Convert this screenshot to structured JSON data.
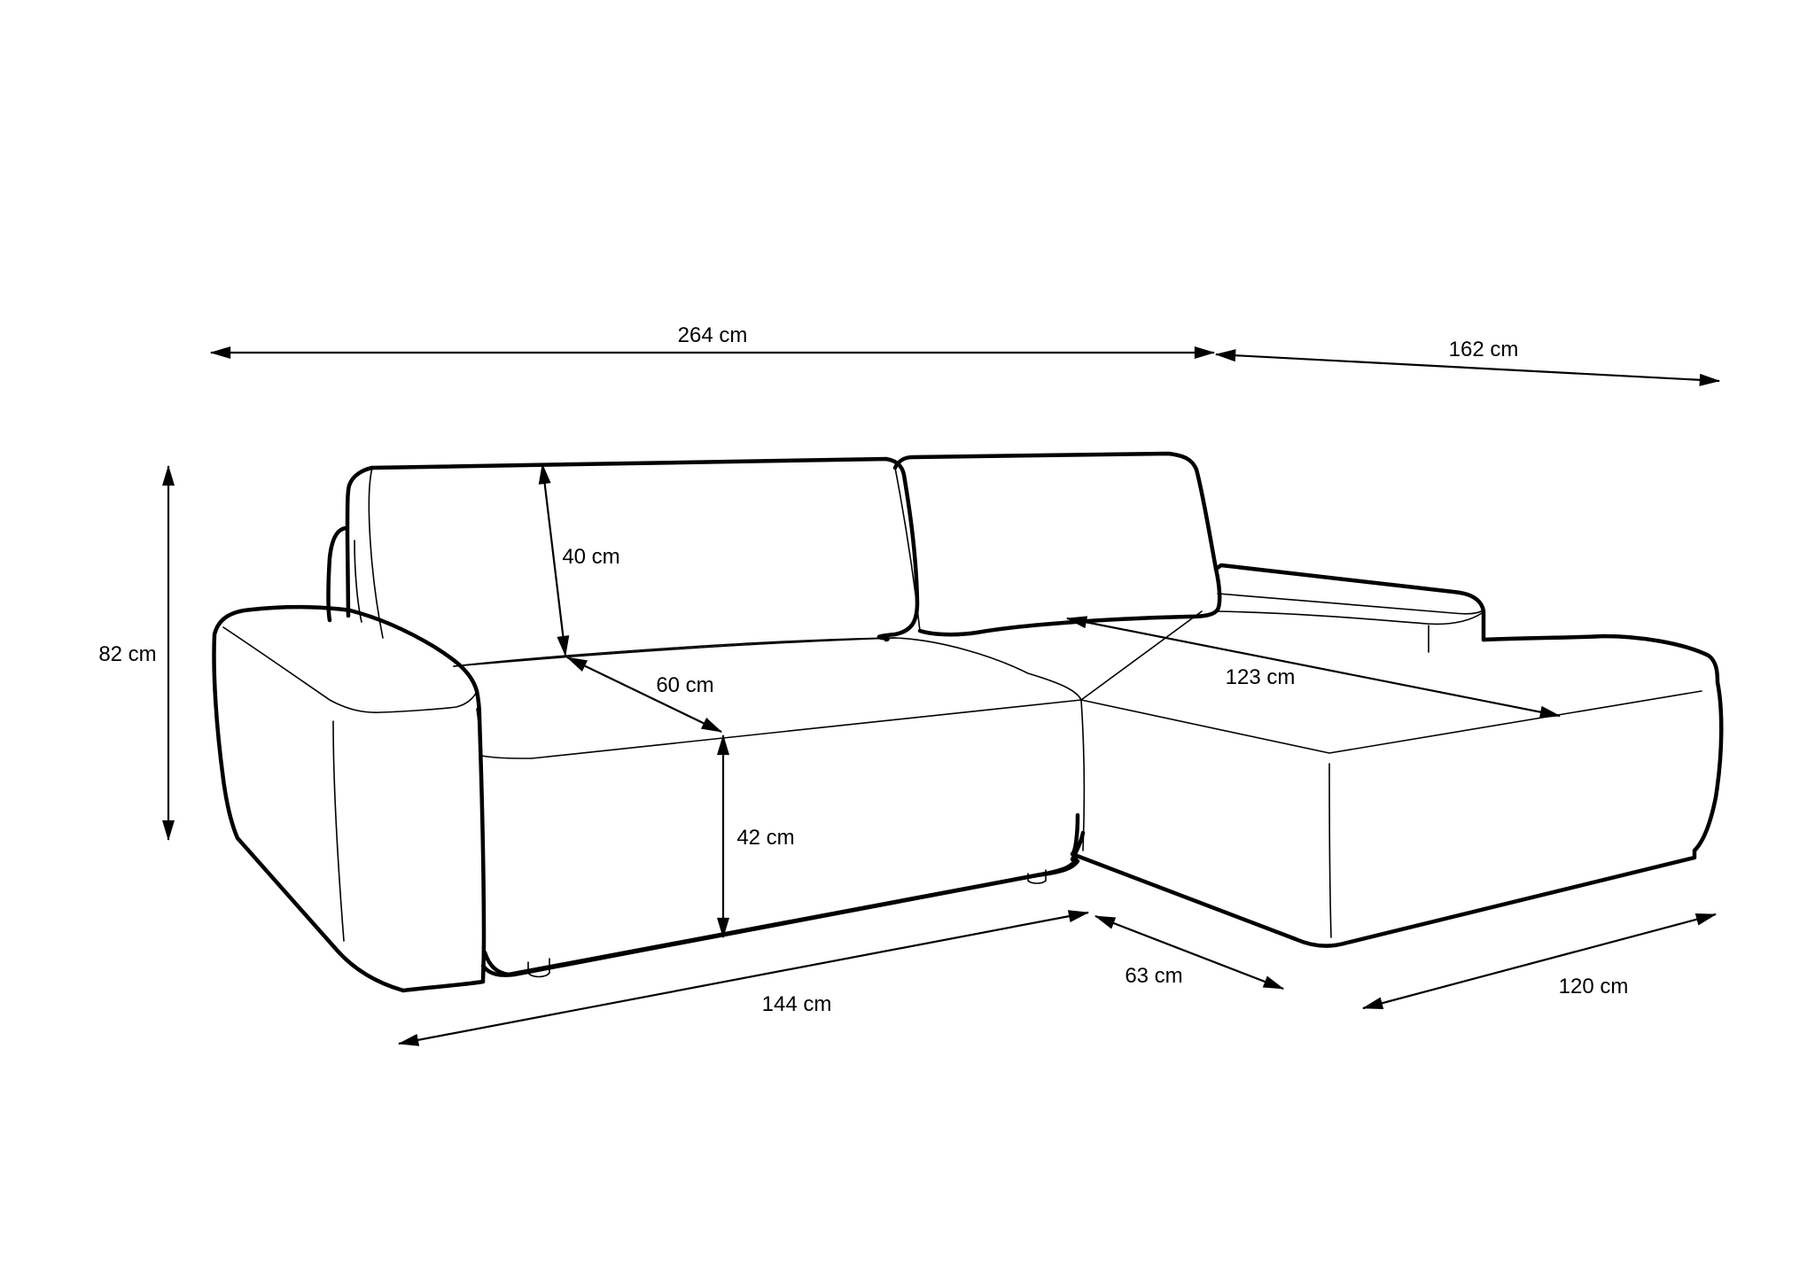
{
  "dimensions": {
    "total_width": "264 cm",
    "chaise_length": "162 cm",
    "total_height": "82 cm",
    "back_height": "40 cm",
    "seat_depth": "60 cm",
    "seat_height": "42 cm",
    "chaise_seat_length": "123 cm",
    "seat_width": "144 cm",
    "chaise_side_depth": "63 cm",
    "chaise_width": "120 cm"
  },
  "colors": {
    "line": "#000000",
    "background": "#ffffff"
  }
}
